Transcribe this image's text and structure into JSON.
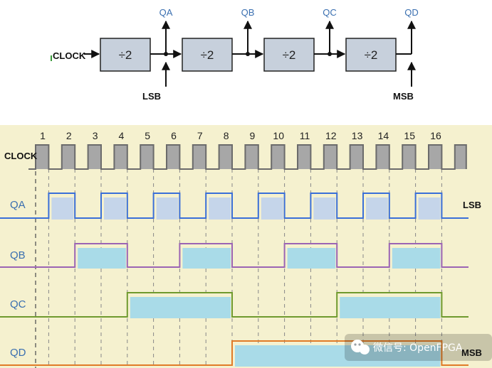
{
  "block_diagram": {
    "input_label": "CLOCK",
    "divider_label": "÷2",
    "stage_outputs": [
      "QA",
      "QB",
      "QC",
      "QD"
    ],
    "lsb_label": "LSB",
    "msb_label": "MSB"
  },
  "timing": {
    "clock_label": "CLOCK",
    "pulse_numbers": [
      "1",
      "2",
      "3",
      "4",
      "5",
      "6",
      "7",
      "8",
      "9",
      "10",
      "11",
      "12",
      "13",
      "14",
      "15",
      "16"
    ],
    "signals": [
      {
        "name": "QA",
        "high_fraction": 0.5,
        "period_clocks": 2,
        "line_color": "#3a6fd8",
        "fill_color": "#c5d5ea"
      },
      {
        "name": "QB",
        "high_fraction": 0.5,
        "period_clocks": 4,
        "line_color": "#9b64b4",
        "fill_color": "#a9dbe8"
      },
      {
        "name": "QC",
        "high_fraction": 0.5,
        "period_clocks": 8,
        "line_color": "#6f9a2e",
        "fill_color": "#a9dbe8"
      },
      {
        "name": "QD",
        "high_fraction": 0.5,
        "period_clocks": 16,
        "line_color": "#e07b28",
        "fill_color": "#a9dbe8"
      }
    ],
    "qa_side_label": "LSB",
    "qd_side_label": "MSB",
    "clock_color": "#6b6b6b",
    "clock_fill": "#a7a7a7",
    "panel_color": "#f5f1cf"
  },
  "watermark": {
    "text": "微信号: OpenFPGA"
  }
}
